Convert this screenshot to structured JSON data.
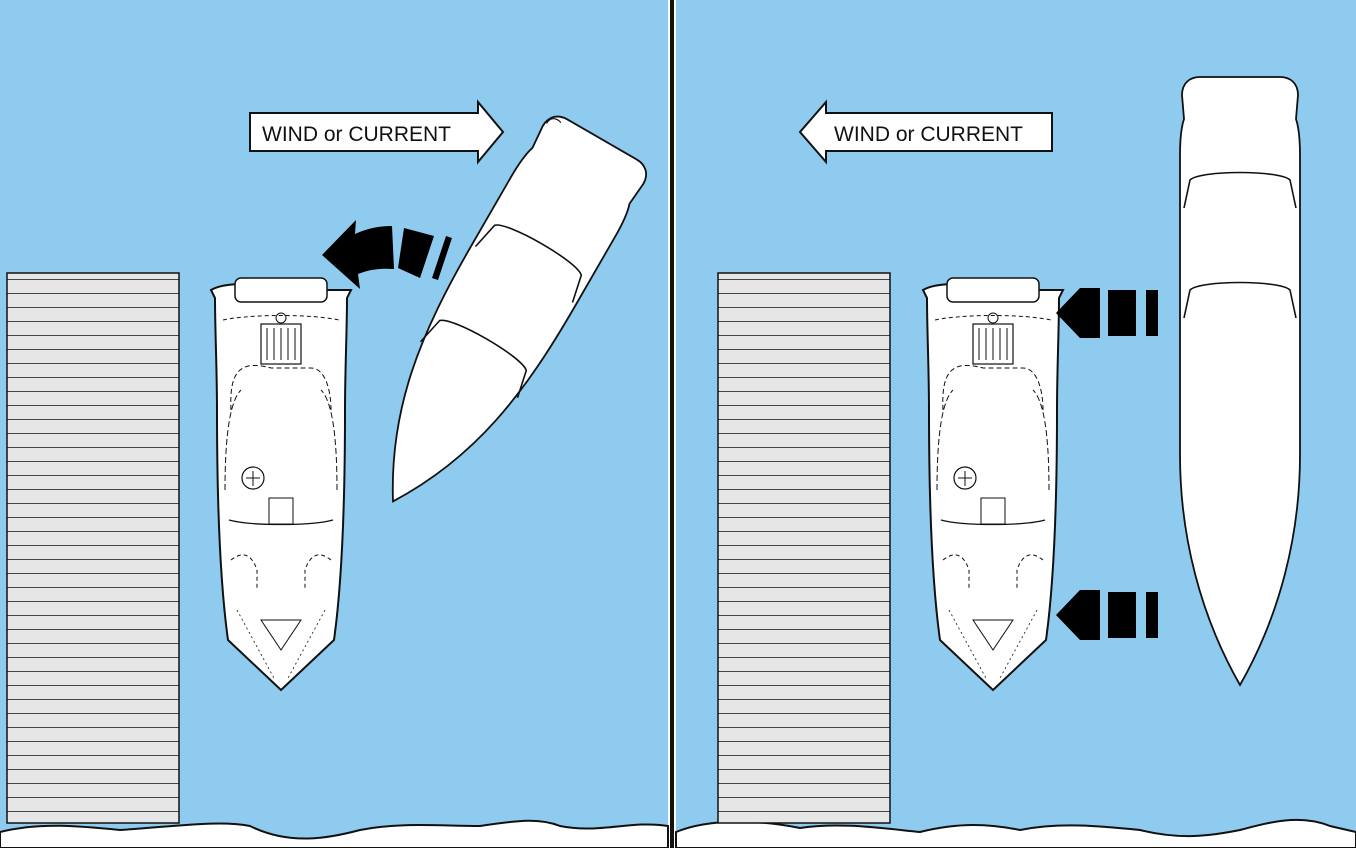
{
  "colors": {
    "water": "#8ecbef",
    "dock": "#e6e6e6",
    "boat": "#ffffff",
    "ink": "#111111"
  },
  "panels": [
    {
      "name": "left",
      "label": "WIND or CURRENT",
      "arrow_direction": "right",
      "motion": "bow-swing"
    },
    {
      "name": "right",
      "label": "WIND or CURRENT",
      "arrow_direction": "left",
      "motion": "sideways-drift"
    }
  ],
  "icons": {
    "direction": "outline-arrow",
    "motion": "solid-black-arrow",
    "dock": "slatted-dock",
    "boat": "boat-top-view"
  }
}
